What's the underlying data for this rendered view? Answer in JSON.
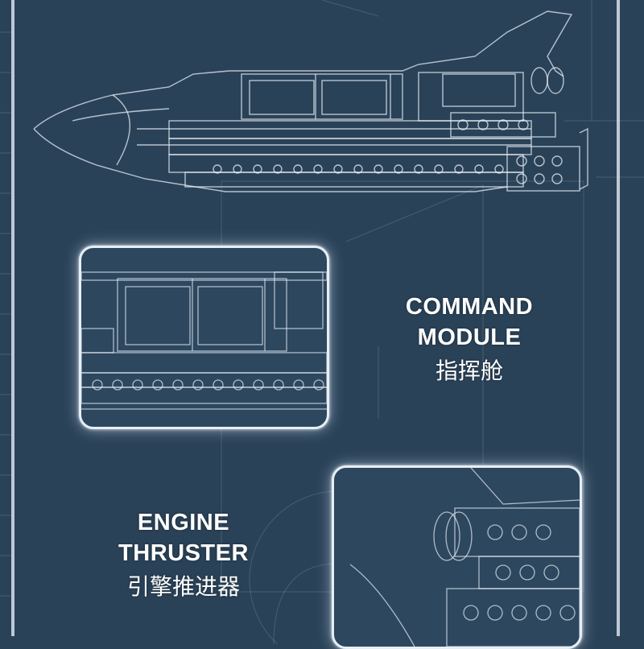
{
  "labels": {
    "command": {
      "line1": "COMMAND",
      "line2": "MODULE",
      "chinese": "指挥舱"
    },
    "engine": {
      "line1": "ENGINE",
      "line2": "THRUSTER",
      "chinese": "引擎推进器"
    }
  },
  "colors": {
    "background": "#2a4258",
    "line": "#e6eef5",
    "text": "#ffffff"
  }
}
